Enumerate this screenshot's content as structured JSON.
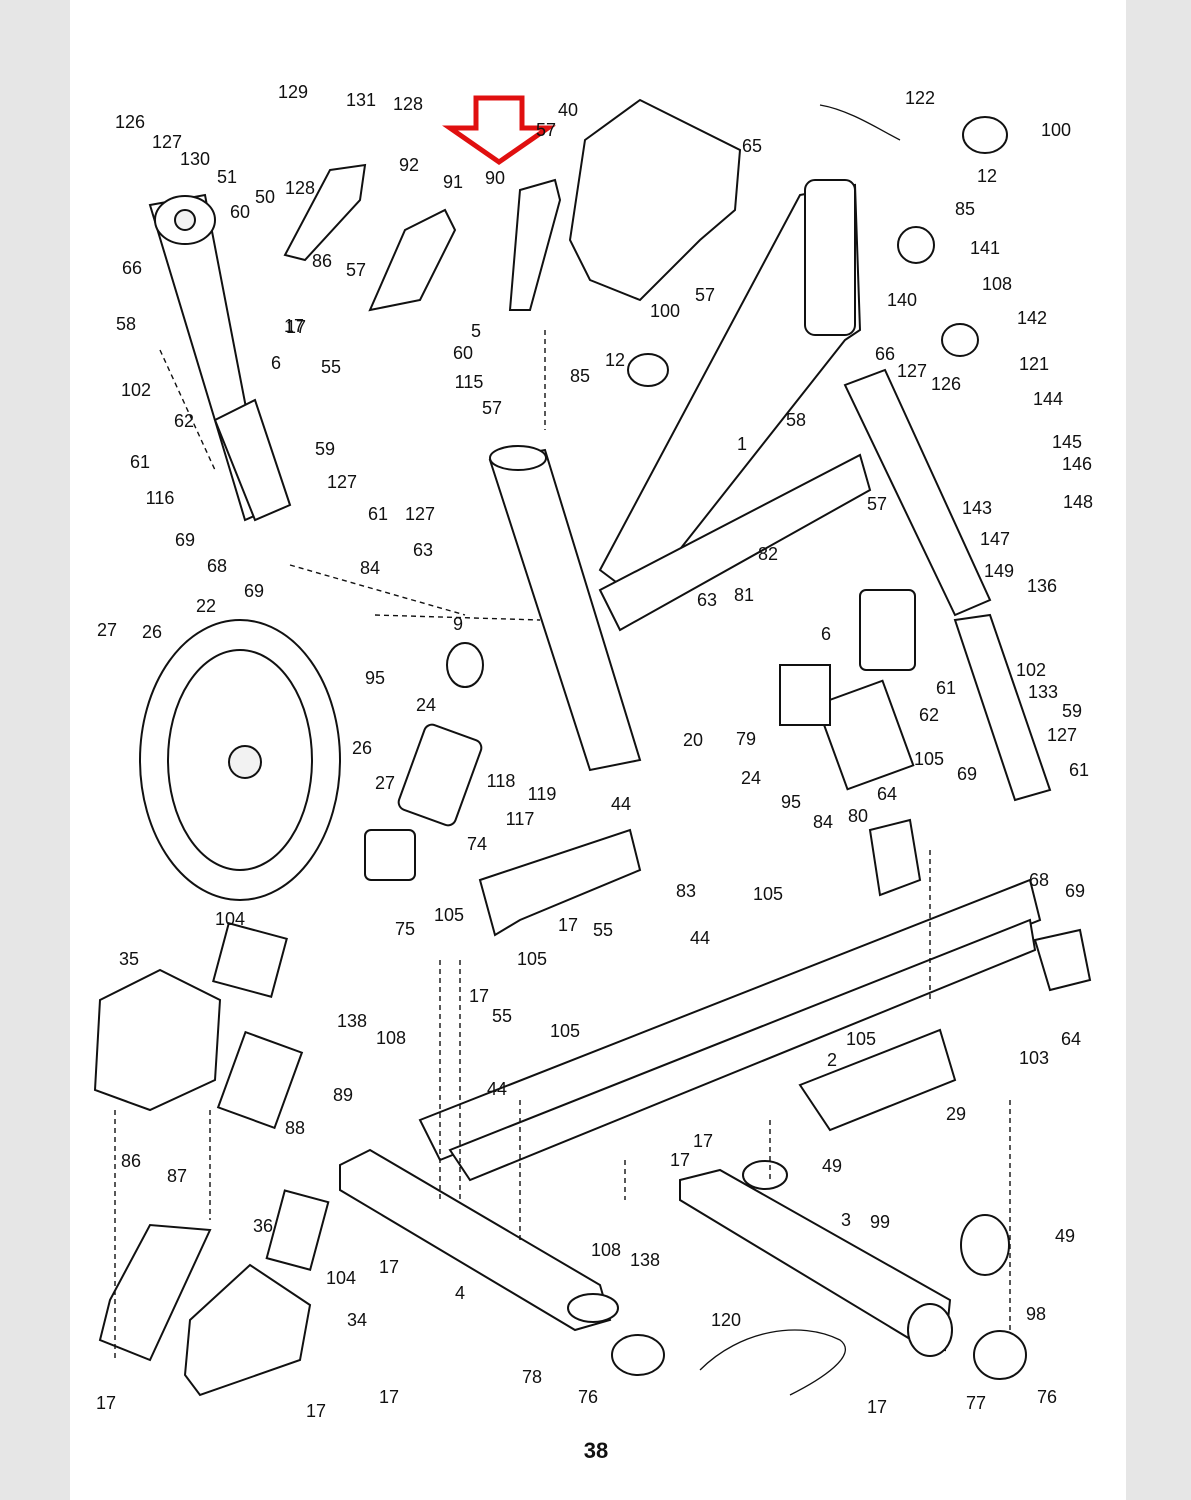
{
  "page_number": "38",
  "highlight_color": "#e01010",
  "highlighted_part": "90",
  "labels": [
    "126",
    "127",
    "130",
    "129",
    "51",
    "131",
    "128",
    "92",
    "50",
    "128",
    "60",
    "86",
    "57",
    "91",
    "90",
    "57",
    "40",
    "57",
    "122",
    "65",
    "100",
    "12",
    "85",
    "66",
    "58",
    "102",
    "17",
    "55",
    "6",
    "115",
    "5",
    "60",
    "57",
    "141",
    "108",
    "142",
    "140",
    "121",
    "66",
    "127",
    "126",
    "144",
    "100",
    "12",
    "85",
    "1",
    "58",
    "62",
    "59",
    "61",
    "127",
    "116",
    "127",
    "61",
    "145",
    "146",
    "143",
    "148",
    "147",
    "63",
    "17",
    "57",
    "69",
    "68",
    "69",
    "84",
    "82",
    "63",
    "81",
    "149",
    "136",
    "6",
    "102",
    "133",
    "22",
    "27",
    "26",
    "9",
    "95",
    "24",
    "62",
    "61",
    "59",
    "127",
    "79",
    "105",
    "69",
    "61",
    "20",
    "24",
    "118",
    "119",
    "44",
    "95",
    "84",
    "64",
    "80",
    "68",
    "69",
    "26",
    "27",
    "74",
    "83",
    "117",
    "105",
    "75",
    "104",
    "105",
    "17",
    "55",
    "44",
    "35",
    "105",
    "17",
    "138",
    "108",
    "55",
    "105",
    "2",
    "103",
    "64",
    "89",
    "44",
    "105",
    "29",
    "86",
    "87",
    "88",
    "17",
    "17",
    "49",
    "99",
    "36",
    "104",
    "17",
    "3",
    "49",
    "4",
    "108",
    "138",
    "98",
    "34",
    "120",
    "17",
    "78",
    "76",
    "77",
    "76",
    "17",
    "17",
    "17"
  ]
}
